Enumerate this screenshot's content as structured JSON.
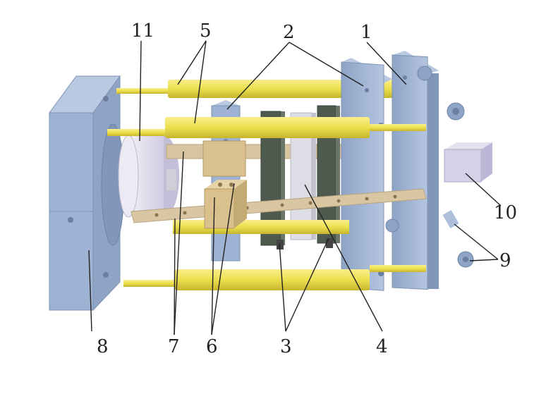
{
  "figure": {
    "labels": [
      {
        "id": "label-1",
        "text": "1"
      },
      {
        "id": "label-2",
        "text": "2"
      },
      {
        "id": "label-3",
        "text": "3"
      },
      {
        "id": "label-4",
        "text": "4"
      },
      {
        "id": "label-5",
        "text": "5"
      },
      {
        "id": "label-6",
        "text": "6"
      },
      {
        "id": "label-7",
        "text": "7"
      },
      {
        "id": "label-8",
        "text": "8"
      },
      {
        "id": "label-9",
        "text": "9"
      },
      {
        "id": "label-10",
        "text": "10"
      },
      {
        "id": "label-11",
        "text": "11"
      }
    ]
  },
  "colors": {
    "plate_blue": "#9eb3d3",
    "plate_blue_dark": "#7d93b6",
    "rod_yellow": "#eee05a",
    "rod_yellow_dark": "#c9b832",
    "rail_tan": "#d9c6a2",
    "dark_green": "#4d5a4d",
    "light_gray": "#d7d8e0",
    "lavender": "#d9d5ea"
  }
}
